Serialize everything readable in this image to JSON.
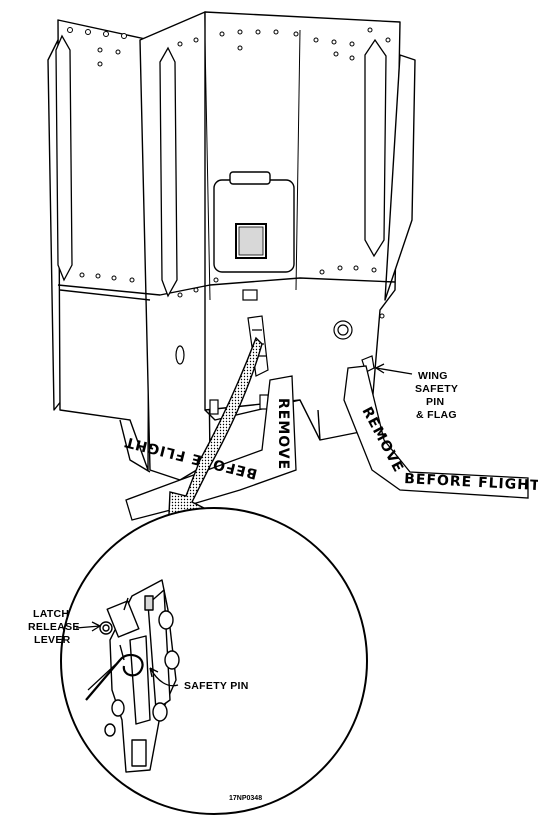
{
  "callouts": {
    "wing_safety_pin_flag": [
      "WING",
      "SAFETY",
      "PIN",
      "& FLAG"
    ],
    "latch_release_lever": [
      "LATCH",
      "RELEASE",
      "LEVER"
    ],
    "safety_pin": "SAFETY PIN"
  },
  "streamers": {
    "left_vertical": "REMOVE",
    "left_upside_down": "BEFORE FLIGHT",
    "right_diagonal": "REMOVE",
    "right_horizontal": "BEFORE FLIGHT"
  },
  "figure_id": "17NP0348",
  "colors": {
    "ink": "#000000",
    "paper": "#ffffff",
    "shade": "#d8d8d8"
  }
}
